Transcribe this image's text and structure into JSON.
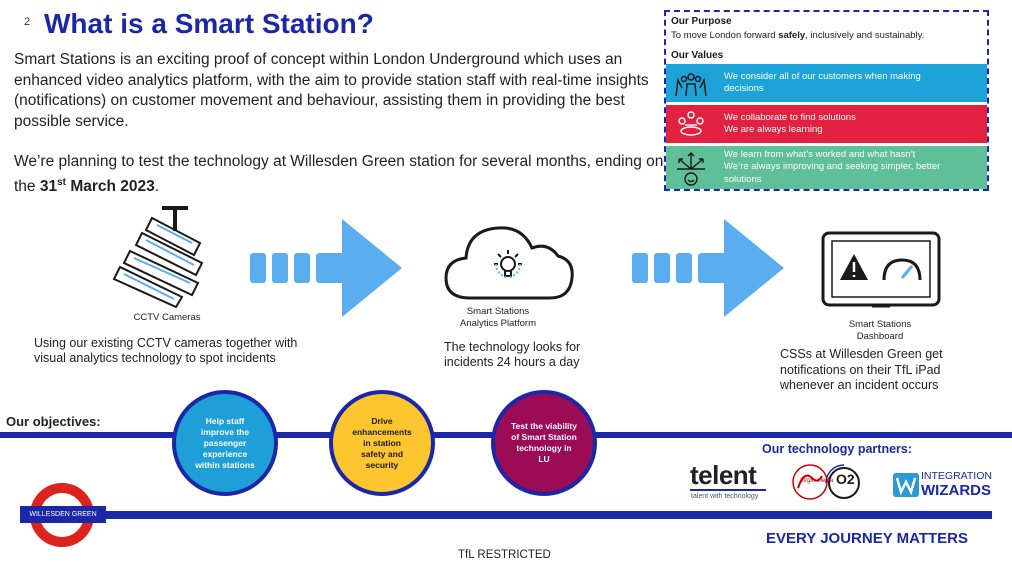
{
  "page_number": "2",
  "title": "What is a Smart Station?",
  "intro": {
    "paragraph1": "Smart Stations is an exciting proof of concept within London Underground which uses an enhanced video analytics platform, with the aim to provide station staff with real-time insights (notifications) on customer movement and behaviour, assisting them in providing the best possible service.",
    "paragraph2_start": "We’re planning to test the technology at Willesden Green station for several months, ending on the ",
    "date_day": "31",
    "date_suffix": "st",
    "date_rest": " March 2023",
    "period": "."
  },
  "purpose_box": {
    "purpose_heading": "Our Purpose",
    "purpose_before": "To move London forward ",
    "purpose_bold": "safely",
    "purpose_after": ", inclusively and sustainably.",
    "values_heading": "Our Values",
    "values": [
      {
        "line1": "We consider all of our customers when making",
        "line2": "decisions",
        "color": "#1ea3d8",
        "icon": "hands-group-icon"
      },
      {
        "line1": "We collaborate to find solutions",
        "line2": "We are always learning",
        "color": "#e2203f",
        "icon": "people-meeting-icon"
      },
      {
        "line1": "We learn from what’s worked and what hasn’t",
        "line2": "We’re always improving and seeking simpler, better",
        "line3": "solutions",
        "color": "#5fbf99",
        "icon": "arrows-face-icon"
      }
    ]
  },
  "flow": {
    "cctv_label": "CCTV Cameras",
    "cctv_desc": "Using our existing CCTV cameras together with visual analytics technology to spot incidents",
    "platform_label_line1": "Smart Stations",
    "platform_label_line2": "Analytics Platform",
    "platform_desc": "The technology looks for incidents 24 hours a day",
    "dashboard_label_line1": "Smart Stations",
    "dashboard_label_line2": "Dashboard",
    "dashboard_desc": "CSSs at Willesden Green get notifications on their TfL iPad whenever an incident occurs",
    "arrow_color": "#5aaef0"
  },
  "objectives": {
    "label": "Our objectives:",
    "items": [
      {
        "text": "Help staff improve the passenger experience within stations"
      },
      {
        "text": "Drive enhancements in station safety and security"
      },
      {
        "text": "Test the viability of Smart Station technology in LU"
      }
    ]
  },
  "partners": {
    "label": "Our technology partners:",
    "telent": "telent",
    "telent_tagline": "talent with technology",
    "virgin": "Virgin media",
    "o2": "O2",
    "iw_line1": "INTEGRATION",
    "iw_line2": "WIZARDS"
  },
  "station_name": "WILLESDEN GREEN",
  "footer_slogan": "EVERY JOURNEY MATTERS",
  "classification": "TfL RESTRICTED",
  "colors": {
    "brand_blue": "#1a28a8",
    "roundel_red": "#dc241f",
    "circle_blue": "#1e9fd8",
    "circle_yellow": "#fec62e",
    "circle_maroon": "#9b0b56"
  }
}
